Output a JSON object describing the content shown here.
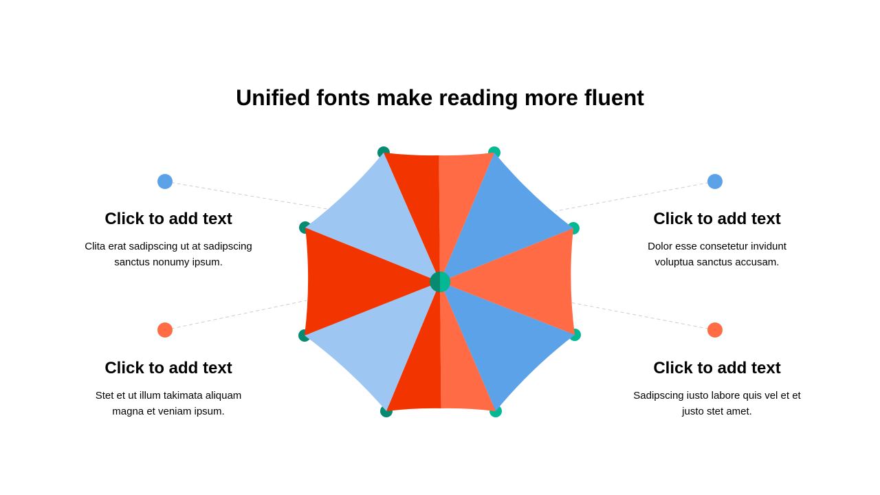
{
  "title": "Unified fonts make reading more fluent",
  "blocks": [
    {
      "heading": "Click to add text",
      "body": [
        "Clita erat sadipscing ut at sadipscing",
        "sanctus nonumy ipsum."
      ]
    },
    {
      "heading": "Click to add text",
      "body": [
        "Dolor esse consetetur invidunt",
        "voluptua sanctus accusam."
      ]
    },
    {
      "heading": "Click to add text",
      "body": [
        "Stet et ut illum takimata aliquam",
        "magna et veniam ipsum."
      ]
    },
    {
      "heading": "Click to add text",
      "body": [
        "Sadipscing iusto labore quis vel et et",
        "justo stet amet."
      ]
    }
  ],
  "colors": {
    "red": "#F23500",
    "orange": "#FF6B45",
    "blue": "#5CA2E8",
    "lightblue": "#9DC7F2",
    "tealDark": "#068A70",
    "teal": "#05B894"
  }
}
